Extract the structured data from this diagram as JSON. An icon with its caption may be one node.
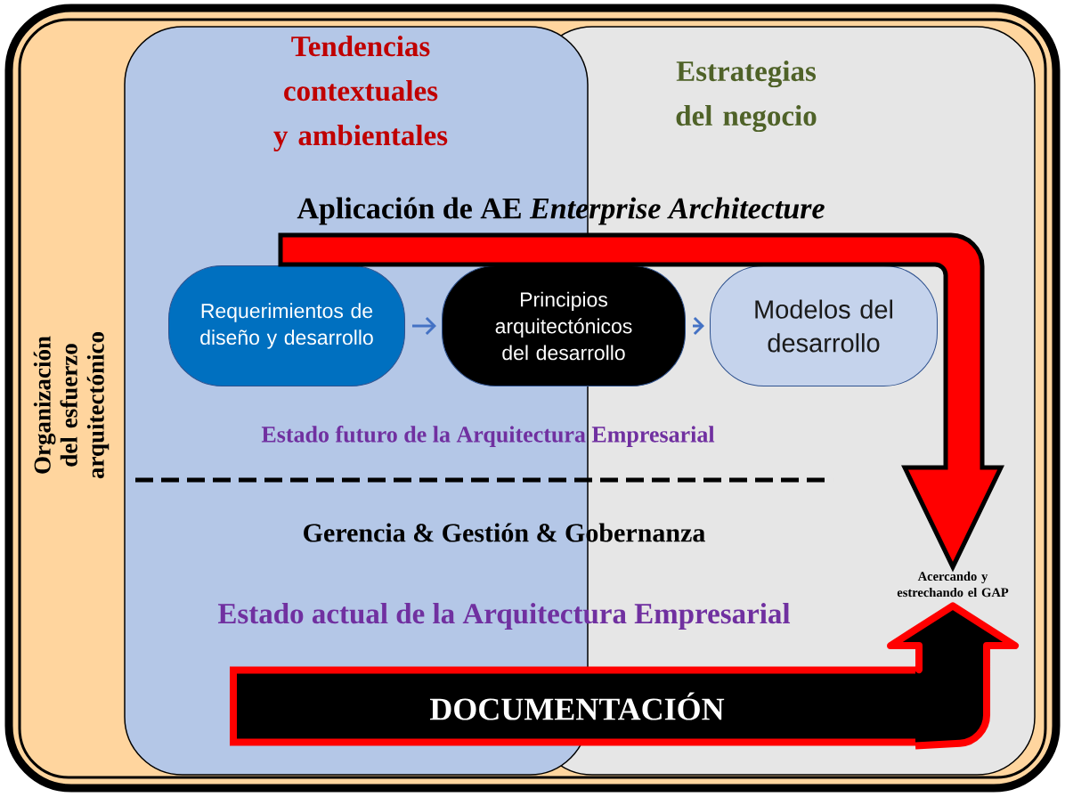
{
  "diagram": {
    "nodes": [
      {
        "text": [
          "Organización del esfuerzo arquitectónico"
        ]
      },
      {
        "text": [
          "Tendencias contextuales y ambientales"
        ],
        "in": 0
      },
      {
        "text": [
          "Estrategias del negocio"
        ],
        "in": 0
      },
      {
        "text": [
          "Requerimientos de diseño y desarrollo"
        ],
        "in": 1
      },
      {
        "text": [
          "Principios arquitectónicos del desarrollo"
        ],
        "in": 0
      },
      {
        "text": [
          "Modelos del desarrollo"
        ],
        "in": 2
      },
      {
        "text": [
          "Acercando y estrechando el GAP"
        ],
        "in": 2
      },
      {
        "text": [
          "DOCUMENTACIÓN"
        ],
        "in": 0
      }
    ],
    "edges": [
      {
        "from": 3,
        "to": 4,
        "arrow": "to",
        "color": "#4472c4"
      },
      {
        "from": 4,
        "to": 5,
        "arrow": "to",
        "color": "#4472c4"
      },
      {
        "from": null,
        "to": 6,
        "arrow": "to",
        "style": "thick",
        "color": "#ff0000"
      },
      {
        "from": 7,
        "to": 6,
        "arrow": "to",
        "style": "thick",
        "color": "#ff0000"
      }
    ],
    "labels": [
      "Aplicación de AE *Enterprise Architecture*",
      "Estado futuro de la Arquitectura Empresarial",
      "Gerencia & Gestión & Gobernanza",
      "Estado actual de la Arquitectura Empresarial"
    ]
  }
}
